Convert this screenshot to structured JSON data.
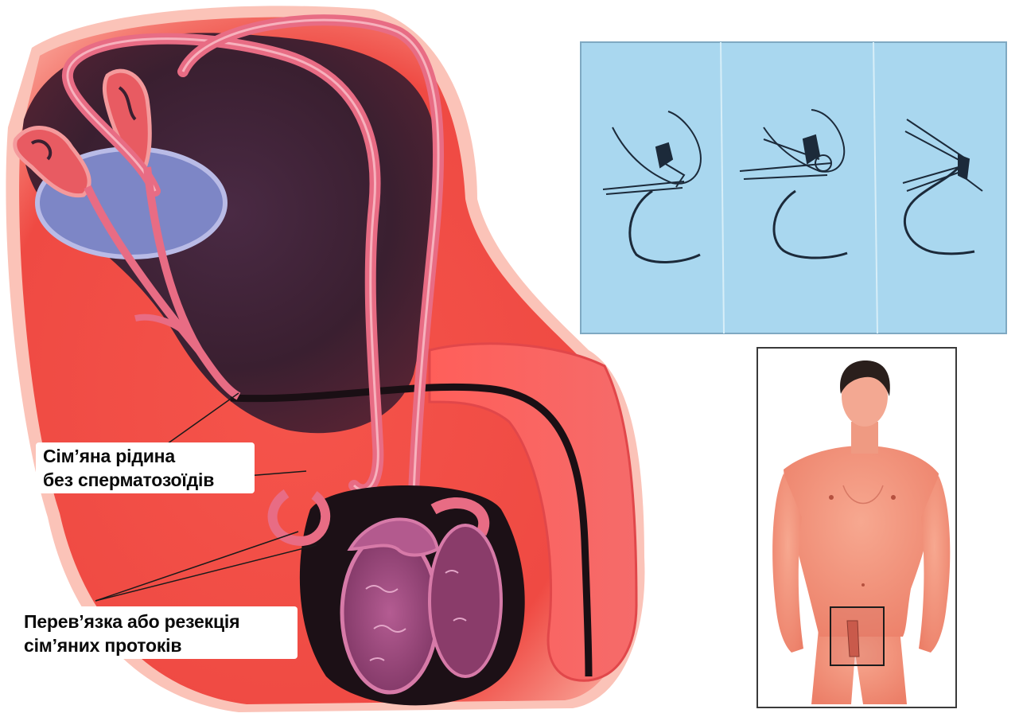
{
  "labels": {
    "semen_line1": "Сім’яна рідина",
    "semen_line2": "без сперматозоїдів",
    "ligation_line1": "Перев’язка або резекція",
    "ligation_line2": "сім’яних протоків"
  },
  "colors": {
    "background": "#ffffff",
    "skin_red": "#ee4b45",
    "deep_purple": "#3a2030",
    "duct_pink": "#e86c84",
    "bladder_blue": "#7d86c6",
    "testis_violet": "#9a4678",
    "panel_blue": "#a9d7ef",
    "body_skin": "#f2927c",
    "hair": "#2a1f1c"
  }
}
